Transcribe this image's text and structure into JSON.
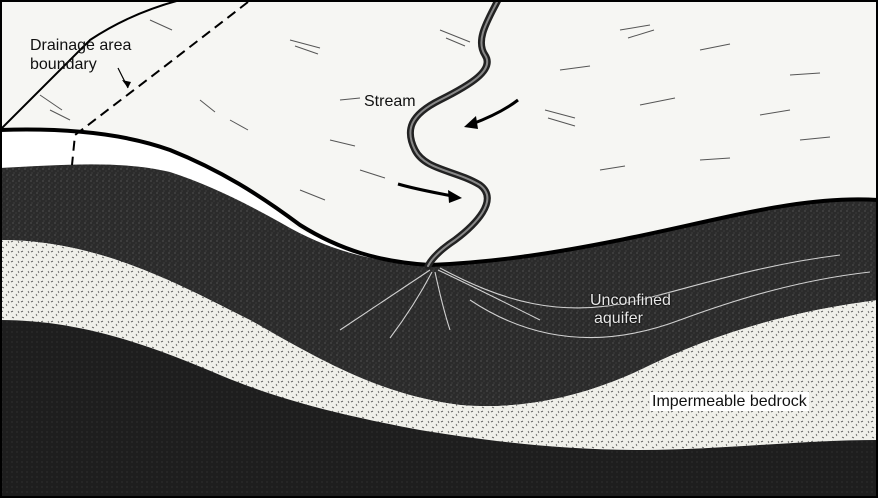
{
  "labels": {
    "drainage_boundary_line1": "Drainage area",
    "drainage_boundary_line2": "boundary",
    "stream": "Stream",
    "unconfined_aquifer_line1": "Unconfined",
    "unconfined_aquifer_line2": "aquifer",
    "impermeable_bedrock": "Impermeable bedrock"
  },
  "colors": {
    "ground_surface": "#f7f7f5",
    "aquifer": "#2a2a2a",
    "bedrock_light": "#ebebe6",
    "deep_layer": "#1c1c1c",
    "outline": "#000000"
  }
}
